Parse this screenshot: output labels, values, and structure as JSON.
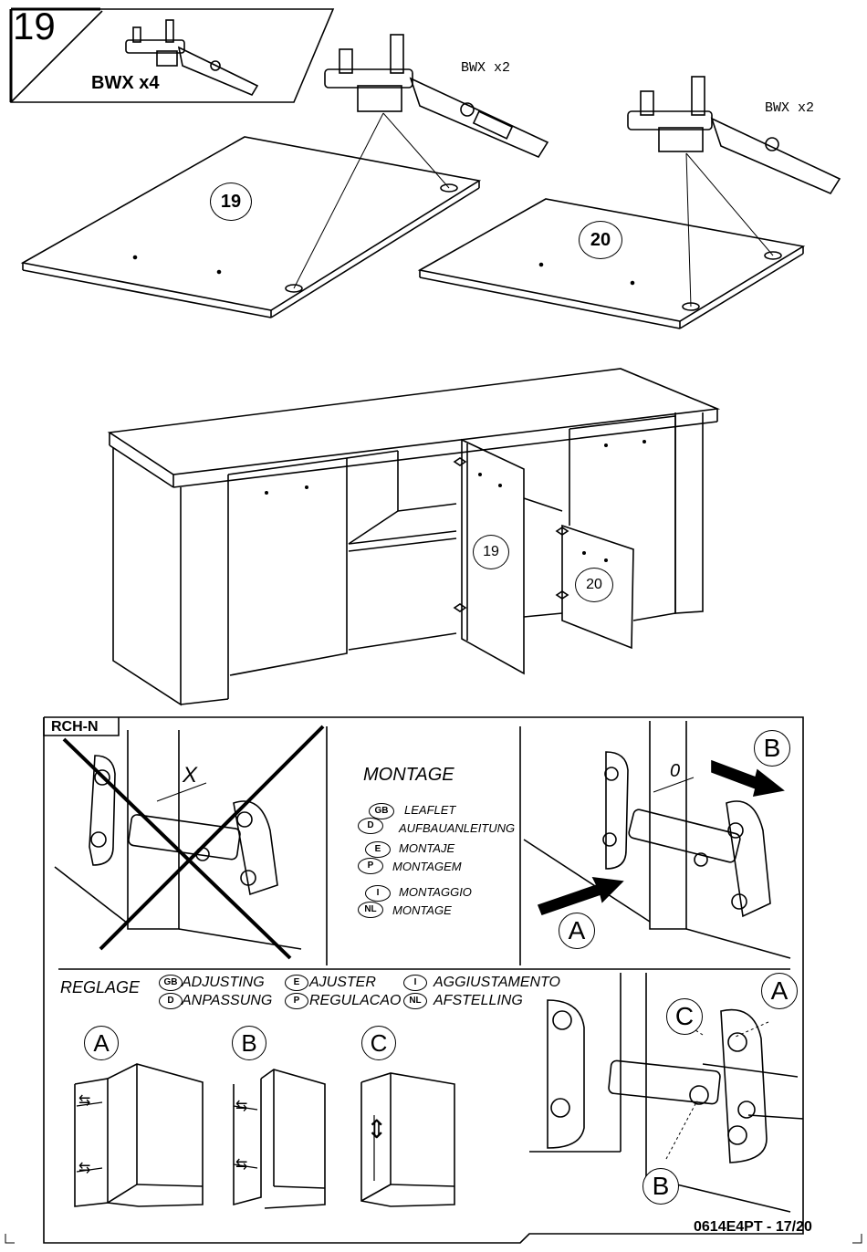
{
  "step": {
    "number": "19",
    "hardware_label": "BWX x4"
  },
  "parts": {
    "panel_a": {
      "number": "19",
      "hardware_label": "BWX x2"
    },
    "panel_b": {
      "number": "20",
      "hardware_label": "BWX x2"
    }
  },
  "cabinet": {
    "door_left": "19",
    "door_right": "20"
  },
  "rch": {
    "tag": "RCH-N",
    "x_label": "X",
    "o_label": "0",
    "arrow_a": "A",
    "arrow_b": "B"
  },
  "montage": {
    "title": "MONTAGE",
    "entries": [
      {
        "code": "GB",
        "text": "LEAFLET"
      },
      {
        "code": "D",
        "text": "AUFBAUANLEITUNG"
      },
      {
        "code": "E",
        "text": "MONTAJE"
      },
      {
        "code": "P",
        "text": "MONTAGEM"
      },
      {
        "code": "I",
        "text": "MONTAGGIO"
      },
      {
        "code": "NL",
        "text": "MONTAGE"
      }
    ]
  },
  "reglage": {
    "title": "REGLAGE",
    "entries": [
      {
        "code": "GB",
        "text": "ADJUSTING"
      },
      {
        "code": "D",
        "text": "ANPASSUNG"
      },
      {
        "code": "E",
        "text": "AJUSTER"
      },
      {
        "code": "P",
        "text": "REGULACAO"
      },
      {
        "code": "I",
        "text": "AGGIUSTAMENTO"
      },
      {
        "code": "NL",
        "text": "AFSTELLING"
      }
    ],
    "panels": [
      "A",
      "B",
      "C"
    ],
    "hinge_labels": [
      "A",
      "B",
      "C"
    ]
  },
  "footer": {
    "page_code": "0614E4PT - 17/20"
  }
}
